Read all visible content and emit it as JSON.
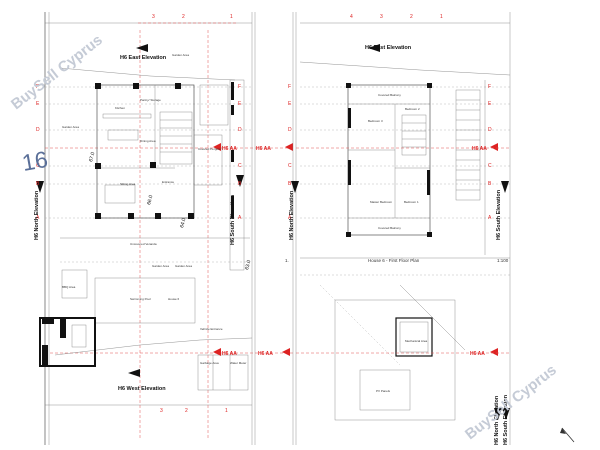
{
  "watermarks": {
    "brand": "BuySell Cyprus",
    "plot_number": "16"
  },
  "grid_letters": [
    "F",
    "E",
    "D",
    "C",
    "B",
    "A"
  ],
  "grid_numbers_left": [
    "3",
    "2",
    "1"
  ],
  "grid_numbers_right": [
    "4",
    "3",
    "2",
    "1"
  ],
  "elevations": {
    "left_east": "H6 East Elevation",
    "left_west": "H6 West Elevation",
    "left_north": "H6 North Elevation",
    "left_south": "H6 South Elevation",
    "right_east": "H6 East Elevation",
    "right_north": "H6 North Elevation",
    "right_south": "H6 South Elevation",
    "right_north_2": "H6 North Elevation",
    "right_south_2": "H6 South Elevation"
  },
  "section_marks": {
    "aa": "H6 AA"
  },
  "rooms_ground": {
    "pantry": "Pantry/ Storage",
    "kitchen": "Kitchen",
    "dining": "Dining Area",
    "sitting": "Sitting Area",
    "entrance": "Entrance",
    "pergola": "Covered Pergola",
    "garden1": "Garden Area",
    "garden2": "Garden Area",
    "garden3": "Garden Area",
    "garden4": "Garden Area",
    "veranda": "Uncovered Veranda",
    "bbq": "BBQ Area",
    "pool": "Swimming Pool",
    "house": "House 6",
    "vehicle": "Vehicle Entrance",
    "garbage": "Garbage Area",
    "water": "Water Meter"
  },
  "rooms_first": {
    "balcony_top": "Covered Balcony",
    "bed3": "Bedroom 3",
    "bed2": "Bedroom 2",
    "master": "Master Bedroom",
    "bed1": "Bedroom 1",
    "balcony_bottom": "Covered Balcony"
  },
  "plan_caption": "House 6 - First Floor Plan",
  "scale": "1:100",
  "plan_number": "1.",
  "roof": {
    "mechanical": "Mechanical Area",
    "pv": "PV Panels"
  },
  "dims": {
    "d1": "67.0",
    "d2": "66.0",
    "d3": "64.0",
    "d4": "63.0"
  }
}
